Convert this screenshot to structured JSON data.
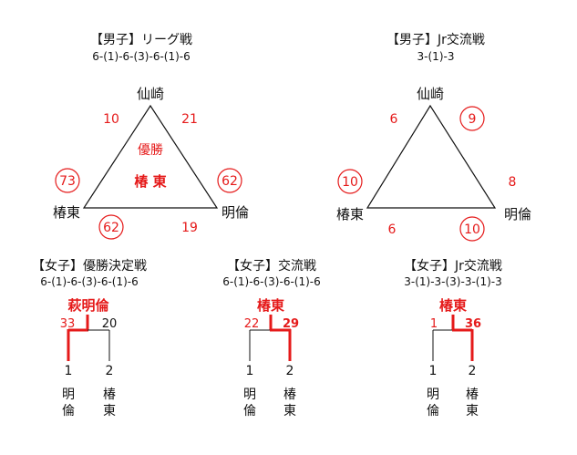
{
  "colors": {
    "red": "#e51a1a",
    "black": "#111111"
  },
  "men_league": {
    "title": "【男子】リーグ戦",
    "score": "6-(1)-6-(3)-6-(1)-6",
    "team_top": "仙崎",
    "team_left": "椿東",
    "team_right": "明倫",
    "score_top_left": "10",
    "score_top_right": "21",
    "score_left_top": "73",
    "score_right_top": "62",
    "score_left_bottom": "62",
    "score_right_bottom": "19",
    "center_label": "優勝",
    "winner": "椿 東"
  },
  "men_jr": {
    "title": "【男子】Jr交流戦",
    "score": "3-(1)-3",
    "team_top": "仙崎",
    "team_left": "椿東",
    "team_right": "明倫",
    "score_top_left": "6",
    "score_top_right": "9",
    "score_left_top": "10",
    "score_right_top": "8",
    "score_left_bottom": "6",
    "score_right_bottom": "10"
  },
  "women_final": {
    "title": "【女子】優勝決定戦",
    "score": "6-(1)-6-(3)-6-(1)-6",
    "winner": "萩明倫",
    "left_score": "33",
    "right_score": "20",
    "left_num": "1",
    "right_num": "2",
    "left_name_1": "明",
    "left_name_2": "倫",
    "right_name_1": "椿",
    "right_name_2": "東"
  },
  "women_exchange": {
    "title": "【女子】交流戦",
    "score": "6-(1)-6-(3)-6-(1)-6",
    "winner": "椿東",
    "left_score": "22",
    "right_score": "29",
    "left_num": "1",
    "right_num": "2",
    "left_name_1": "明",
    "left_name_2": "倫",
    "right_name_1": "椿",
    "right_name_2": "東"
  },
  "women_jr": {
    "title": "【女子】Jr交流戦",
    "score": "3-(1)-3-(3)-3-(1)-3",
    "winner": "椿東",
    "left_score": "1",
    "right_score": "36",
    "left_num": "1",
    "right_num": "2",
    "left_name_1": "明",
    "left_name_2": "倫",
    "right_name_1": "椿",
    "right_name_2": "東"
  }
}
